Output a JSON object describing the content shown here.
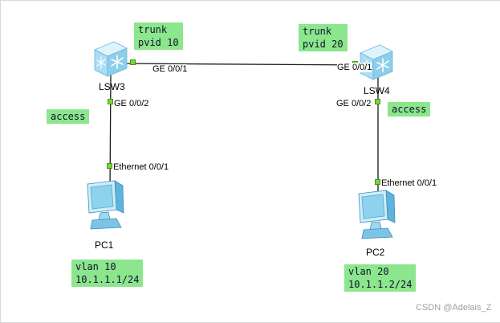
{
  "colors": {
    "annotation_bg": "#8CE68C",
    "link": "#1a1a1a",
    "port_dot": "#76D936",
    "watermark": "#9e9e9e"
  },
  "devices": {
    "lsw3": {
      "label": "LSW3"
    },
    "lsw4": {
      "label": "LSW4"
    },
    "pc1": {
      "label": "PC1"
    },
    "pc2": {
      "label": "PC2"
    }
  },
  "ports": {
    "lsw3_trunk": "GE 0/0/1",
    "lsw4_trunk": "GE 0/0/1",
    "lsw3_access": "GE 0/0/2",
    "lsw4_access": "GE 0/0/2",
    "pc1_eth": "Ethernet 0/0/1",
    "pc2_eth": "Ethernet 0/0/1"
  },
  "annotations": {
    "trunk_left": "trunk\npvid 10",
    "trunk_right": "trunk\npvid 20",
    "access_left": "access",
    "access_right": "access",
    "vlan_left": "vlan 10\n10.1.1.1/24",
    "vlan_right": "vlan 20\n10.1.1.2/24"
  },
  "watermark": "CSDN @Adelais_Z"
}
